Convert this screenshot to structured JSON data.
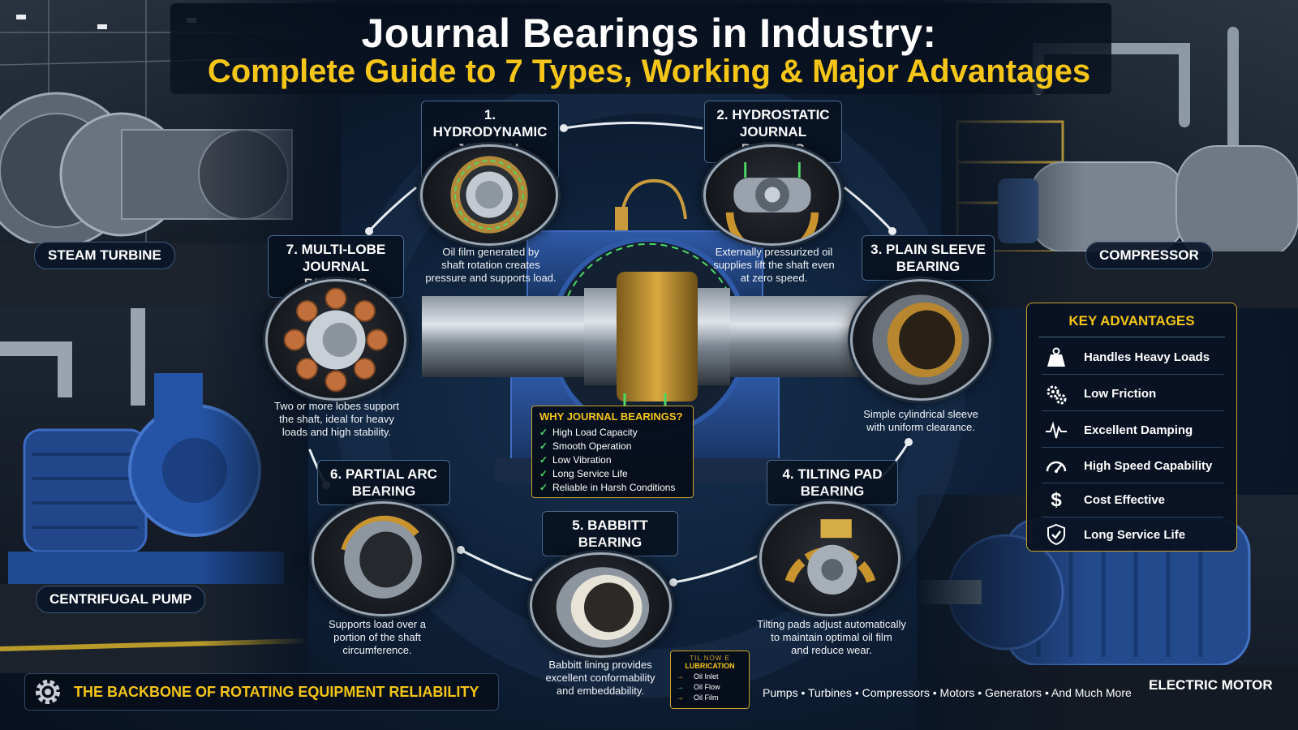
{
  "title": {
    "line1": "Journal Bearings in Industry:",
    "line2": "Complete Guide to 7 Types, Working & Major Advantages"
  },
  "scenes": {
    "top_left": "STEAM TURBINE",
    "top_right": "COMPRESSOR",
    "bottom_left": "CENTRIFUGAL PUMP",
    "bottom_right": "ELECTRIC MOTOR"
  },
  "types": [
    {
      "title_l1": "1. HYDRODYNAMIC",
      "title_l2": "JOURNAL BEARING",
      "desc_l1": "Oil film generated by",
      "desc_l2": "shaft rotation creates",
      "desc_l3": "pressure and supports load."
    },
    {
      "title_l1": "2. HYDROSTATIC",
      "title_l2": "JOURNAL BEARING",
      "desc_l1": "Externally pressurized oil",
      "desc_l2": "supplies lift the shaft even",
      "desc_l3": "at zero speed."
    },
    {
      "title_l1": "3. PLAIN SLEEVE",
      "title_l2": "BEARING",
      "desc_l1": "Simple cylindrical sleeve",
      "desc_l2": "with uniform clearance.",
      "desc_l3": ""
    },
    {
      "title_l1": "4. TILTING PAD",
      "title_l2": "BEARING",
      "desc_l1": "Tilting pads adjust automatically",
      "desc_l2": "to maintain optimal oil film",
      "desc_l3": "and reduce wear."
    },
    {
      "title_l1": "5. BABBITT",
      "title_l2": "BEARING",
      "desc_l1": "Babbitt lining provides",
      "desc_l2": "excellent conformability",
      "desc_l3": "and embeddability."
    },
    {
      "title_l1": "6. PARTIAL ARC",
      "title_l2": "BEARING",
      "desc_l1": "Supports load over a",
      "desc_l2": "portion of the shaft",
      "desc_l3": "circumference."
    },
    {
      "title_l1": "7. MULTI-LOBE",
      "title_l2": "JOURNAL BEARING",
      "desc_l1": "Two or more lobes support",
      "desc_l2": "the shaft, ideal for heavy",
      "desc_l3": "loads and high stability."
    }
  ],
  "why": {
    "heading": "WHY JOURNAL BEARINGS?",
    "items": [
      "High Load Capacity",
      "Smooth Operation",
      "Low Vibration",
      "Long Service Life",
      "Reliable in Harsh Conditions"
    ]
  },
  "advantages": {
    "heading": "KEY ADVANTAGES",
    "items": [
      {
        "label": "Handles Heavy Loads",
        "icon": "weight-icon"
      },
      {
        "label": "Low Friction",
        "icon": "gears-icon"
      },
      {
        "label": "Excellent Damping",
        "icon": "pulse-icon"
      },
      {
        "label": "High Speed Capability",
        "icon": "speedometer-icon"
      },
      {
        "label": "Cost Effective",
        "icon": "dollar-icon"
      },
      {
        "label": "Long Service Life",
        "icon": "shield-check-icon"
      }
    ]
  },
  "lubrication": {
    "scribble": "TIL NOW E",
    "heading": "LUBRICATION",
    "items": [
      "Oil Inlet",
      "Oil Flow",
      "Oil Film"
    ],
    "colors": [
      "#f5a623",
      "#4cd964",
      "#f5c518"
    ]
  },
  "footer": {
    "tagline": "THE BACKBONE OF ROTATING EQUIPMENT RELIABILITY",
    "applications": "Pumps • Turbines • Compressors • Motors • Generators • And Much More"
  },
  "colors": {
    "accent": "#f5c518",
    "background": "#0b1626",
    "border": "#4a6a8e",
    "check": "#4cd964"
  }
}
